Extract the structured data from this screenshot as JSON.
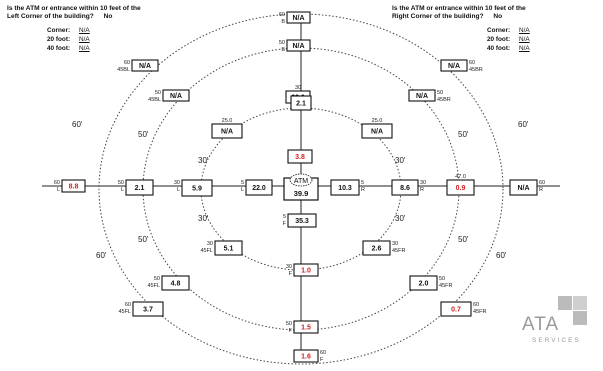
{
  "left_question": {
    "line1": "Is the ATM or entrance within 10 feet of the",
    "line2": "Left Corner of the building?",
    "answer": "No",
    "rows": [
      {
        "label": "Corner:",
        "value": "N/A"
      },
      {
        "label": "20 foot:",
        "value": "N/A"
      },
      {
        "label": "40 foot:",
        "value": "N/A"
      }
    ]
  },
  "right_question": {
    "line1": "Is the ATM or entrance within 10 feet of the",
    "line2": "Right Corner of the building?",
    "answer": "No",
    "rows": [
      {
        "label": "Corner:",
        "value": "N/A"
      },
      {
        "label": "20 foot:",
        "value": "N/A"
      },
      {
        "label": "40 foot:",
        "value": "N/A"
      }
    ]
  },
  "ring_labels": [
    "30'",
    "50'",
    "60'"
  ],
  "colors": {
    "normal": "#111111",
    "low": "#cc2222",
    "ring": "#444444"
  },
  "center": {
    "label": "ATM",
    "value": "39.9"
  },
  "readings": [
    {
      "id": "F-60",
      "value": "1.6",
      "dist": "60",
      "side": "F",
      "low": true
    },
    {
      "id": "F-50",
      "value": "1.5",
      "dist": "50",
      "side": "F",
      "low": true
    },
    {
      "id": "F-30",
      "value": "1.0",
      "dist": "30",
      "side": "F",
      "low": true
    },
    {
      "id": "F-5",
      "value": "35.3",
      "dist": "5",
      "side": "F",
      "low": false
    },
    {
      "id": "B-60",
      "value": "N/A",
      "dist": "60",
      "side": "B",
      "low": false
    },
    {
      "id": "B-50",
      "value": "N/A",
      "dist": "50",
      "side": "B",
      "low": false
    },
    {
      "id": "B-30",
      "value": "22.0",
      "dist": "30",
      "side": "B",
      "low": false
    },
    {
      "id": "B-20",
      "value": "2.1",
      "dist": "",
      "side": "",
      "low": false
    },
    {
      "id": "B-5",
      "value": "3.8",
      "dist": "",
      "side": "",
      "low": true
    },
    {
      "id": "L-60",
      "value": "8.8",
      "dist": "60",
      "side": "L",
      "low": true
    },
    {
      "id": "L-50",
      "value": "2.1",
      "dist": "50",
      "side": "L",
      "low": false
    },
    {
      "id": "L-30",
      "value": "5.9",
      "dist": "30",
      "side": "L",
      "low": false
    },
    {
      "id": "L-5",
      "value": "22.0",
      "dist": "5",
      "side": "L",
      "low": false
    },
    {
      "id": "R-5",
      "value": "10.3",
      "dist": "5",
      "side": "R",
      "low": false
    },
    {
      "id": "R-30",
      "value": "8.6",
      "dist": "30",
      "side": "R",
      "low": false
    },
    {
      "id": "R-50",
      "value": "0.9",
      "dist": "47.0",
      "side": "R",
      "low": true
    },
    {
      "id": "R-60",
      "value": "N/A",
      "dist": "60",
      "side": "R",
      "low": false
    },
    {
      "id": "45BL-60",
      "value": "N/A",
      "dist": "60",
      "side": "45BL",
      "low": false
    },
    {
      "id": "45BL-50",
      "value": "N/A",
      "dist": "50",
      "side": "45BL",
      "low": false
    },
    {
      "id": "45BL-30",
      "value": "N/A",
      "dist": "25.0",
      "side": "45BL",
      "low": false
    },
    {
      "id": "45BR-60",
      "value": "N/A",
      "dist": "60",
      "side": "45BR",
      "low": false
    },
    {
      "id": "45BR-50",
      "value": "N/A",
      "dist": "50",
      "side": "45BR",
      "low": false
    },
    {
      "id": "45BR-30",
      "value": "N/A",
      "dist": "25.0",
      "side": "45BR",
      "low": false
    },
    {
      "id": "45FL-30",
      "value": "5.1",
      "dist": "30",
      "side": "45FL",
      "low": false
    },
    {
      "id": "45FL-50",
      "value": "4.8",
      "dist": "50",
      "side": "45FL",
      "low": false
    },
    {
      "id": "45FL-60",
      "value": "3.7",
      "dist": "60",
      "side": "45FL",
      "low": false
    },
    {
      "id": "45FR-30",
      "value": "2.6",
      "dist": "30",
      "side": "45FR",
      "low": false
    },
    {
      "id": "45FR-50",
      "value": "2.0",
      "dist": "50",
      "side": "45FR",
      "low": false
    },
    {
      "id": "45FR-60",
      "value": "0.7",
      "dist": "60",
      "side": "45FR",
      "low": true
    }
  ],
  "logo": {
    "main": "ATA",
    "sub": "SERVICES"
  }
}
